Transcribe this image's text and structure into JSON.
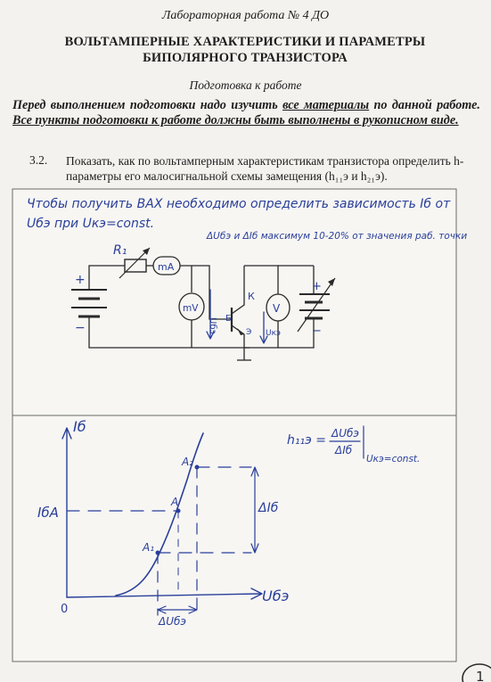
{
  "header": {
    "lab_title": "Лабораторная работа № 4 ДО",
    "main_title_line1": "ВОЛЬТАМПЕРНЫЕ ХАРАКТЕРИСТИКИ И ПАРАМЕТРЫ",
    "main_title_line2": "БИПОЛЯРНОГО ТРАНЗИСТОРА",
    "prep_heading": "Подготовка к работе"
  },
  "instructions": {
    "part1": "Перед выполнением подготовки надо изучить ",
    "part2": "все материалы",
    "part3": " по данной работе. ",
    "part4": "Все пункты подготовки к работе должны быть выполнены в рукописном виде."
  },
  "task": {
    "number": "3.2.",
    "text": "Показать, как по вольтамперным характеристикам транзистора определить h-параметры его малосигнальной схемы замещения (h₁₁э и h₂₁э)."
  },
  "handwriting": {
    "note_line1": "Чтобы получить ВАХ необходимо определить зависимость Iб от",
    "note_line2": "Uбэ при Uкэ=const.",
    "note_line3": "ΔUбэ и ΔIб максимум 10-20% от значения раб. точки"
  },
  "circuit": {
    "resistor_label": "R₁",
    "ammeter_label": "mA",
    "millivoltmeter_label": "mV",
    "voltmeter_label": "V",
    "ube_label": "Uбэ",
    "uke_label": "Uкэ",
    "collector_label": "К",
    "base_label": "Б",
    "emitter_label": "Э",
    "plus_left": "+",
    "minus_left": "−",
    "plus_right": "+",
    "minus_right": "−"
  },
  "graph": {
    "y_axis_label": "Iб",
    "x_axis_label": "Uбэ",
    "origin_label": "0",
    "ib_point_label": "IбА",
    "point_a": "A",
    "point_a1": "A₁",
    "point_a2": "A₂",
    "delta_ib_label": "ΔIб",
    "delta_ube_label": "ΔUбэ",
    "formula_lhs": "h₁₁э =",
    "formula_num": "ΔUбэ",
    "formula_den": "ΔIб",
    "formula_cond": "Uкэ=const."
  },
  "page_number": "1",
  "colors": {
    "ink": "#2a3f9a",
    "text": "#1d1d1d",
    "paper": "#f4f2ee"
  }
}
